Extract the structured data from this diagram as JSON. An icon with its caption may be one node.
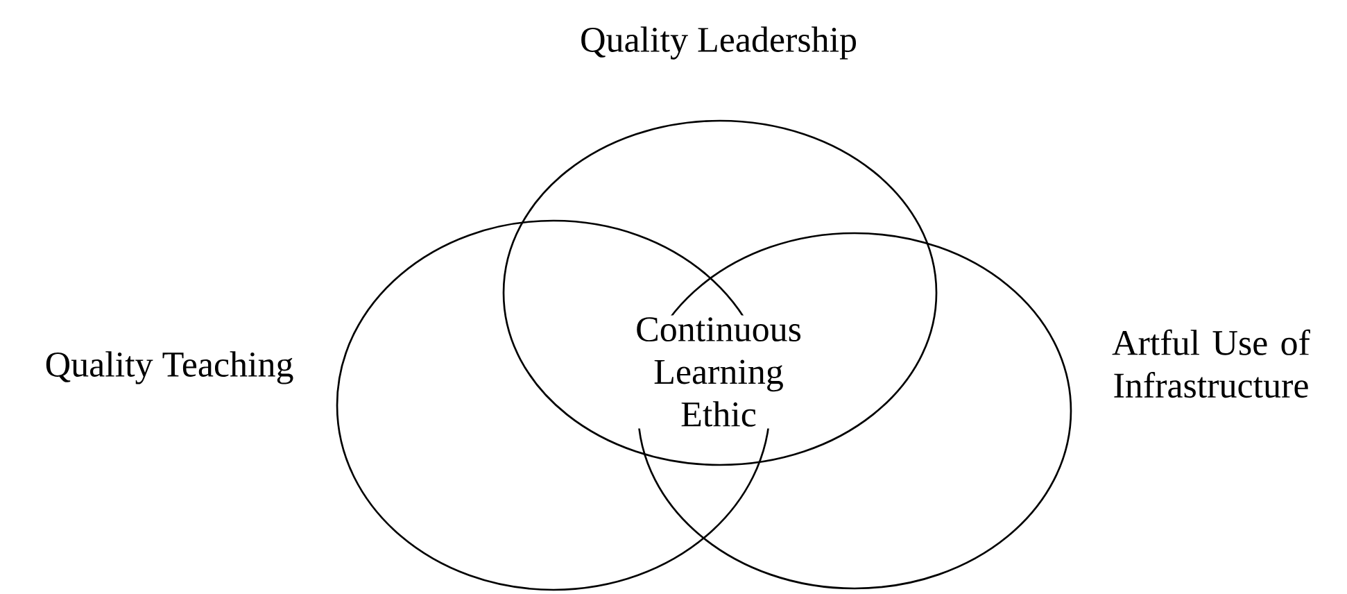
{
  "diagram": {
    "nodes": [
      {
        "text": [
          "Quality Leadership"
        ]
      },
      {
        "text": [
          "Quality Teaching"
        ]
      },
      {
        "text": [
          "Artful Use of Infrastructure"
        ]
      }
    ],
    "labels": [
      "Continuous Learning Ethic"
    ]
  }
}
